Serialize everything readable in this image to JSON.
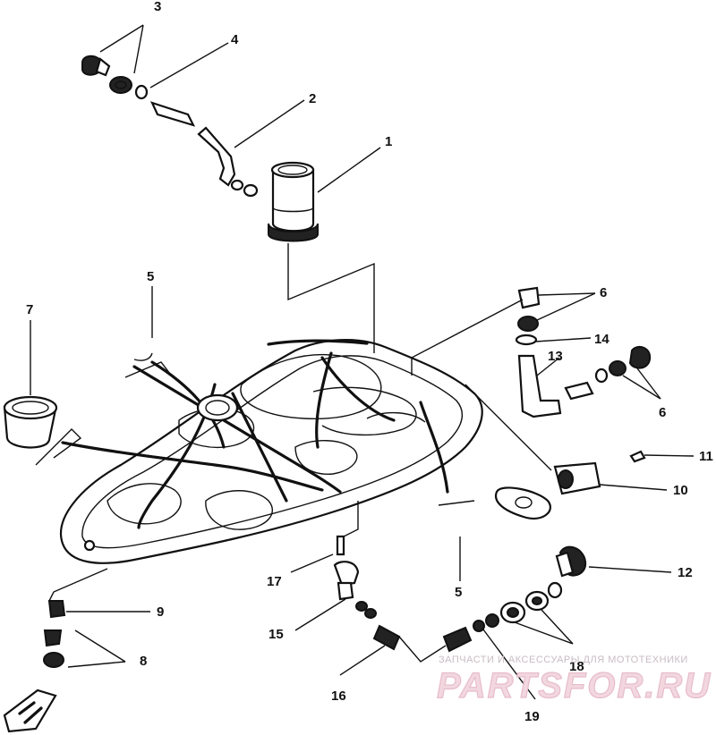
{
  "callouts": {
    "c1": "1",
    "c2": "2",
    "c3": "3",
    "c4": "4",
    "c5a": "5",
    "c5b": "5",
    "c6a": "6",
    "c6b": "6",
    "c7": "7",
    "c8": "8",
    "c9": "9",
    "c10": "10",
    "c11": "11",
    "c12": "12",
    "c13": "13",
    "c14": "14",
    "c15": "15",
    "c16": "16",
    "c17": "17",
    "c18": "18",
    "c19": "19"
  },
  "watermark": {
    "tagline": "ЗАПЧАСТИ И АКСЕССУАРЫ ДЛЯ МОТОТЕХНИКИ",
    "logo": "PARTSFOR.RU"
  }
}
